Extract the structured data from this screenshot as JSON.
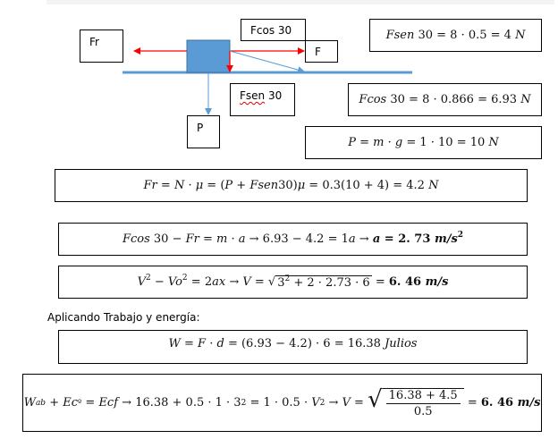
{
  "diagram": {
    "labels": {
      "fr": "Fr",
      "fcos": "Fcos 30",
      "f": "F",
      "fsen_word": "Fsen",
      "fsen_num": " 30",
      "p": "P"
    },
    "colors": {
      "block_fill": "#5B9BD5",
      "block_border": "#41719C",
      "force_red": "#FF0000",
      "line_blue": "#5B9BD5"
    }
  },
  "results": {
    "fsen": {
      "lhs": "Fsen",
      "rest": " 30 = 8 · 0.5 = 4 ",
      "unit": "N"
    },
    "fcos": {
      "lhs": "Fcos",
      "rest": " 30 = 8 · 0.866 = 6.93 ",
      "unit": "N"
    },
    "p": {
      "text_a": "P",
      "text_b": " = ",
      "text_c": "m",
      "text_d": " · ",
      "text_e": "g",
      "text_f": " = 1 · 10 = 10 ",
      "unit": "N"
    }
  },
  "equations": {
    "friction": {
      "a": "Fr",
      "b": " = ",
      "c": "N",
      "d": " · ",
      "e": "μ",
      "f": " = (",
      "g": "P",
      "h": " + ",
      "i": "Fsen",
      "j": "30)",
      "k": "μ",
      "l": " = 0.3(10 + 4) = 4.2 ",
      "m": "N"
    },
    "newton": {
      "a": "Fcos",
      "b": " 30 − ",
      "c": "Fr",
      "d": " = ",
      "e": "m",
      "f": " · ",
      "g": "a",
      "h": " → 6.93 − 4.2 = 1",
      "i": "a",
      "j": " → ",
      "k": "a",
      "l": " = 2. 73 ",
      "m": "m/s",
      "sup": "2"
    },
    "kinematics": {
      "a": "V",
      "a_sup": "2",
      "b": " − ",
      "c": "Vo",
      "c_sup": "2",
      "d": " = 2",
      "e": "ax",
      "f": " → ",
      "g": "V",
      "h": " = ",
      "rad_a": "3",
      "rad_sup": "2",
      "rad_b": " + 2 · 2.73 · 6",
      "i": " = ",
      "j": "6. 46 ",
      "k": "m/s"
    },
    "section_heading": "Aplicando Trabajo y energía:",
    "work": {
      "a": "W",
      "b": " = ",
      "c": "F",
      "d": " · ",
      "e": "d",
      "f": " = (6.93 − 4.2) · 6 = 16.38 ",
      "g": "Julios"
    },
    "energy": {
      "a": "W",
      "a_sub": "ab",
      "b": " + ",
      "c": "Ec",
      "c_sup": "º",
      "d": " = ",
      "e": "Ecf",
      "f": " → 16.38 + 0.5 · 1 · 3",
      "f_sup": "2",
      "g": " = 1 · 0.5 · ",
      "h": "V",
      "h_sup": "2",
      "i": " → ",
      "j": "V",
      "k": " = ",
      "num": "16.38 + 4.5",
      "den": "0.5",
      "l": " = ",
      "m": "6. 46 ",
      "n": "m/s"
    }
  }
}
